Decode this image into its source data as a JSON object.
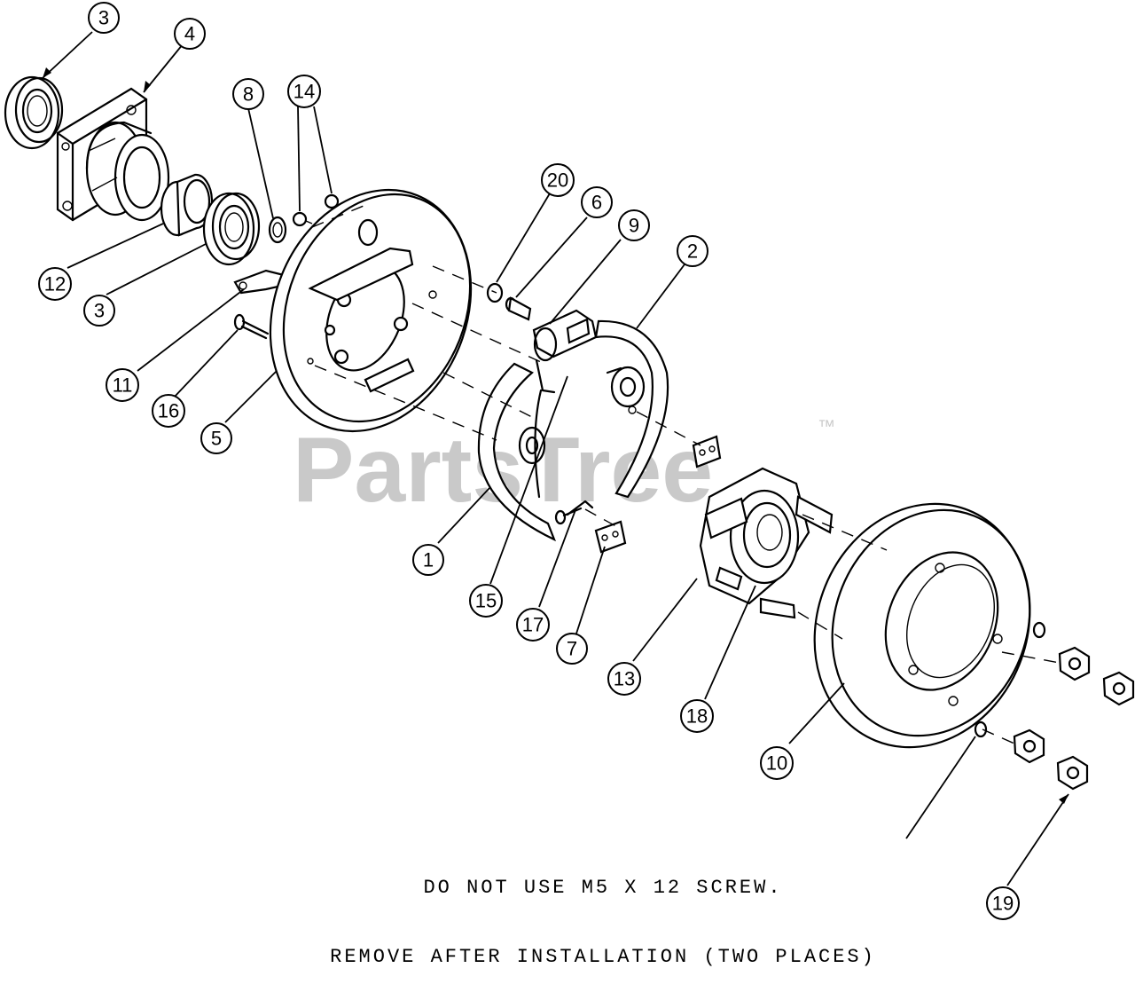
{
  "watermark": {
    "brand": "PartsTree",
    "trademark": "™"
  },
  "callouts": [
    {
      "label": "3"
    },
    {
      "label": "4"
    },
    {
      "label": "8"
    },
    {
      "label": "14"
    },
    {
      "label": "20"
    },
    {
      "label": "6"
    },
    {
      "label": "9"
    },
    {
      "label": "2"
    },
    {
      "label": "12"
    },
    {
      "label": "3"
    },
    {
      "label": "11"
    },
    {
      "label": "16"
    },
    {
      "label": "5"
    },
    {
      "label": "1"
    },
    {
      "label": "15"
    },
    {
      "label": "17"
    },
    {
      "label": "7"
    },
    {
      "label": "13"
    },
    {
      "label": "18"
    },
    {
      "label": "10"
    },
    {
      "label": "19"
    }
  ],
  "note": {
    "line1": "DO NOT USE M5 X 12 SCREW.",
    "line2": "REMOVE AFTER INSTALLATION (TWO PLACES)"
  }
}
